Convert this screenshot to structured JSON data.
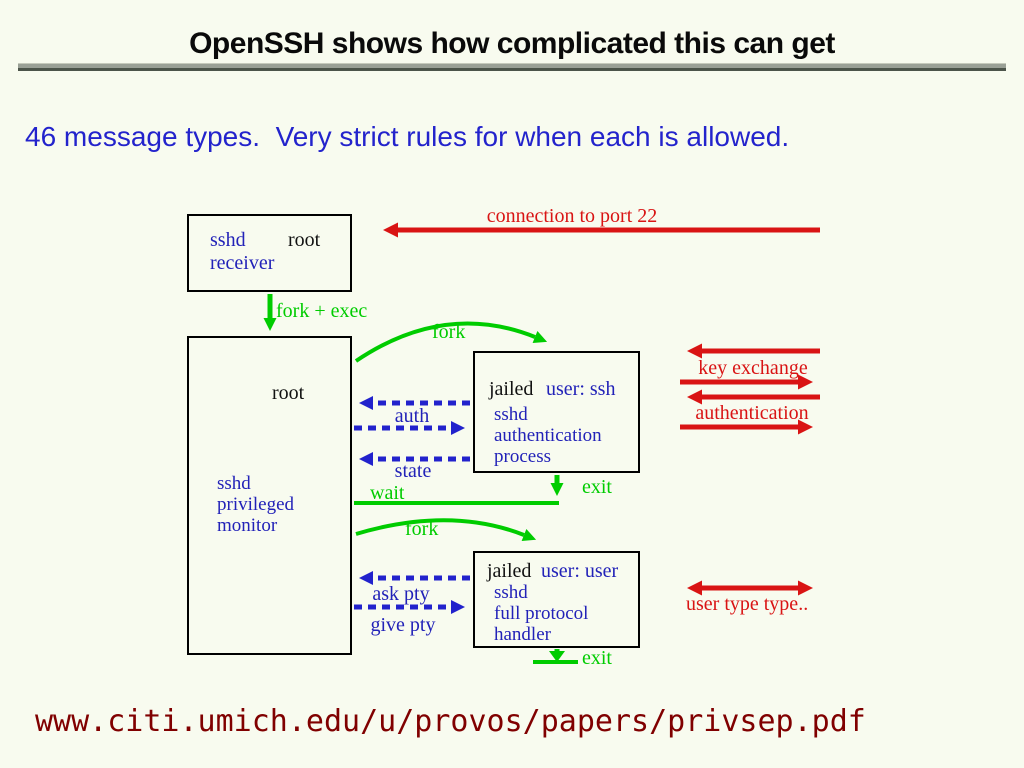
{
  "slide": {
    "title": "OpenSSH shows how complicated this can get",
    "subtitle": "46 message types.  Very strict rules for when each is allowed.",
    "footer_url": "www.citi.umich.edu/u/provos/papers/privsep.pdf"
  },
  "colors": {
    "background": "#f8fbef",
    "diagram_blue": "#2222b8",
    "subtitle_blue": "#2323cc",
    "green": "#00cc00",
    "red": "#d91414",
    "url_maroon": "#800000",
    "box_border": "#000000"
  },
  "diagram": {
    "receiver_box": {
      "name": "sshd",
      "privilege": "root",
      "role": "receiver"
    },
    "monitor_box": {
      "privilege": "root",
      "lines": [
        "sshd",
        "privileged",
        "monitor"
      ]
    },
    "jailed_ssh_box": {
      "jailed": "jailed",
      "user": "user: ssh",
      "lines": [
        "sshd",
        "authentication",
        "process"
      ]
    },
    "jailed_user_box": {
      "jailed": "jailed",
      "user": "user: user",
      "lines": [
        "sshd",
        "full protocol",
        "handler"
      ]
    },
    "labels": {
      "connection": "connection to port 22",
      "fork_exec": "fork + exec",
      "fork_upper": "fork",
      "fork_lower": "fork",
      "auth": "auth",
      "state": "state",
      "wait": "wait",
      "exit_upper": "exit",
      "exit_lower": "exit",
      "ask_pty": "ask pty",
      "give_pty": "give pty",
      "key_exchange": "key exchange",
      "authentication": "authentication",
      "user_type": "user type type.."
    }
  }
}
